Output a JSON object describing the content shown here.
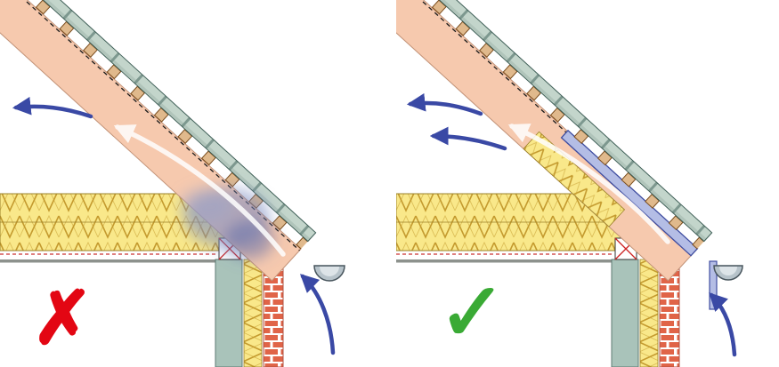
{
  "figure": {
    "type": "comparison-diagram",
    "subject": "roof-eave-airflow-detail",
    "panels": [
      {
        "name": "incorrect-roof-eave-detail",
        "verdict_mark": "✗",
        "verdict_color": "#e30613"
      },
      {
        "name": "correct-roof-eave-detail",
        "verdict_mark": "✓",
        "verdict_color": "#3aaa35"
      }
    ],
    "colors": {
      "rafter_space": "#f6c9ae",
      "rafter_outline": "#c29277",
      "tiles": "#c3d5cb",
      "tiles_outline": "#3f5f57",
      "batten": "#e0b98c",
      "batten_outline": "#7a4c1c",
      "insulation": "#f9e88a",
      "insulation_zigzag": "#c49a2e",
      "insulation_outline": "#9a8028",
      "inner_leaf": "#a9c3ba",
      "inner_leaf_outline": "#5d7b73",
      "brick": "#e06448",
      "membrane": "#b4bde5",
      "membrane_outline": "#3f4da0",
      "airflow_arrow": "#3a49a5",
      "air_leak_haze": "#7a88c0",
      "gutter": "#b7c3ca",
      "gutter_outline": "#49565e",
      "ceiling_line": "#8d928d",
      "vapour_check_line": "#cc3333",
      "timber_plate_cross": "#cc2222",
      "background": "#ffffff"
    }
  }
}
